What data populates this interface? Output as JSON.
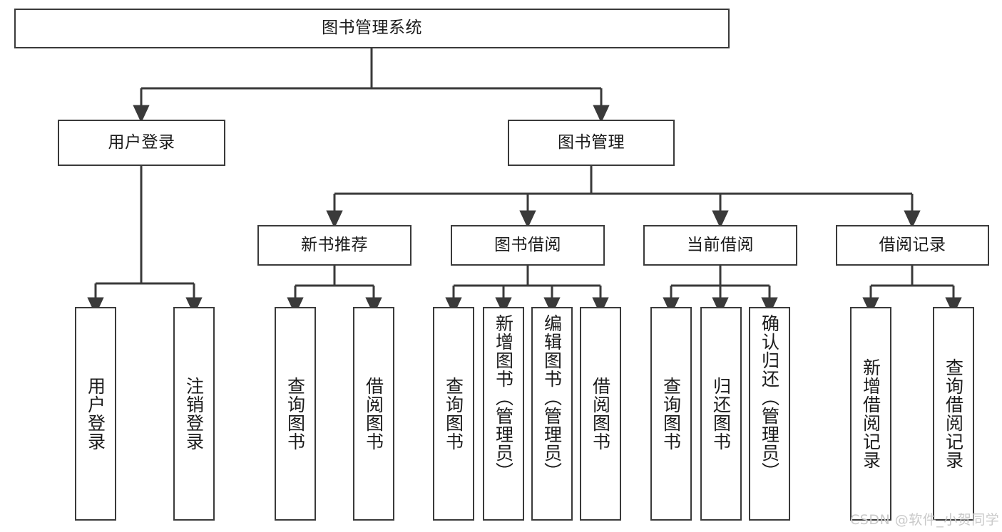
{
  "diagram": {
    "type": "tree-hierarchy",
    "title": "图书管理系统",
    "watermark": "CSDN @软件_小贺同学",
    "colors": {
      "box_border": "#3a3a3a",
      "box_fill": "#ffffff",
      "edge": "#3a3a3a",
      "text": "#1b1b1b",
      "watermark": "#c9c9c9",
      "background": "#ffffff"
    },
    "nodes": {
      "root": {
        "label": "图书管理系统"
      },
      "level2": [
        {
          "id": "user-login",
          "label": "用户登录"
        },
        {
          "id": "book-management",
          "label": "图书管理"
        }
      ],
      "level3": [
        {
          "id": "new-book-recommend",
          "label": "新书推荐"
        },
        {
          "id": "book-borrow",
          "label": "图书借阅"
        },
        {
          "id": "current-borrow",
          "label": "当前借阅"
        },
        {
          "id": "borrow-record",
          "label": "借阅记录"
        }
      ],
      "leaves": {
        "user_login": [
          {
            "id": "leaf-user-login",
            "label": "用户登录"
          },
          {
            "id": "leaf-logout-login",
            "label": "注销登录"
          }
        ],
        "new_book_recommend": [
          {
            "id": "leaf-query-book-1",
            "label": "查询图书"
          },
          {
            "id": "leaf-borrow-book-1",
            "label": "借阅图书"
          }
        ],
        "book_borrow": [
          {
            "id": "leaf-query-book-2",
            "label": "查询图书"
          },
          {
            "id": "leaf-add-book",
            "label": "新增图书（管理员）"
          },
          {
            "id": "leaf-edit-book",
            "label": "编辑图书（管理员）"
          },
          {
            "id": "leaf-borrow-book-2",
            "label": "借阅图书"
          }
        ],
        "current_borrow": [
          {
            "id": "leaf-query-book-3",
            "label": "查询图书"
          },
          {
            "id": "leaf-return-book",
            "label": "归还图书"
          },
          {
            "id": "leaf-confirm-return",
            "label": "确认归还（管理员）"
          }
        ],
        "borrow_record": [
          {
            "id": "leaf-add-borrow-record",
            "label": "新增借阅记录"
          },
          {
            "id": "leaf-query-borrow-record",
            "label": "查询借阅记录"
          }
        ]
      }
    }
  }
}
